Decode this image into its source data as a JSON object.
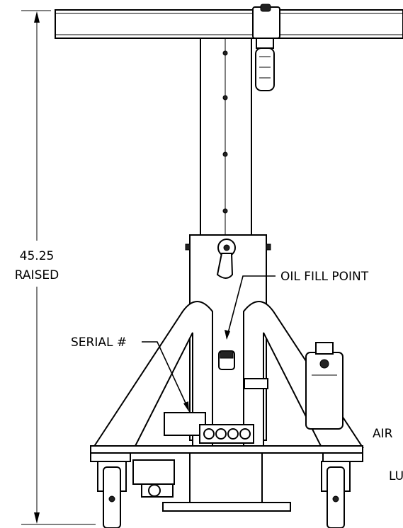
{
  "dimension": {
    "value": "45.25",
    "state": "RAISED"
  },
  "callouts": {
    "oil_fill_point": "OIL FILL POINT",
    "serial_number": "SERIAL #",
    "air_partial": "AIR",
    "lu_partial": "LU"
  }
}
